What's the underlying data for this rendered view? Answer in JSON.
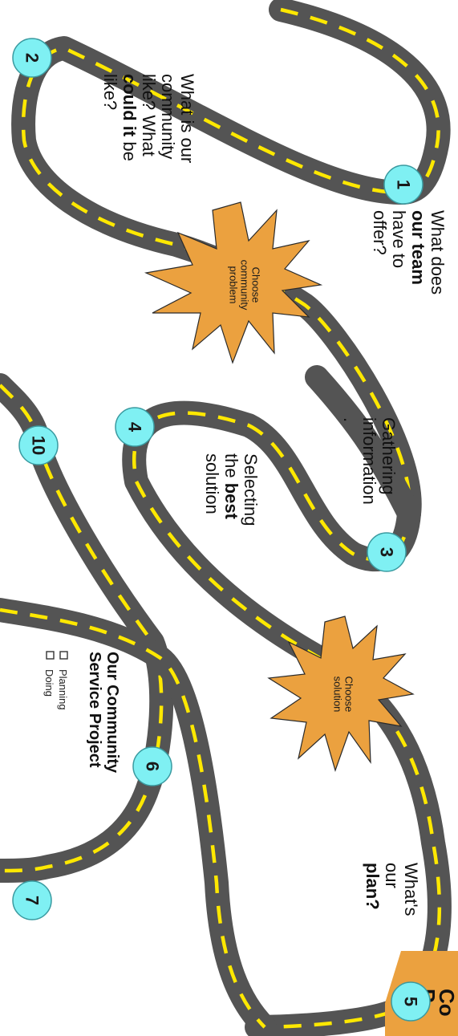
{
  "nodes": [
    {
      "label": "1"
    },
    {
      "label": "2"
    },
    {
      "label": "3"
    },
    {
      "label": "4"
    },
    {
      "label": "5"
    },
    {
      "label": "6"
    },
    {
      "label": "7"
    },
    {
      "label": "10"
    }
  ],
  "bursts": [
    {
      "lines": [
        "Choose",
        "community",
        "problem"
      ]
    },
    {
      "lines": [
        "Choose",
        "solution"
      ]
    }
  ],
  "questions": {
    "q1": {
      "lines": [
        [
          {
            "t": "What does",
            "b": false
          }
        ],
        [
          {
            "t": "our team",
            "b": true
          }
        ],
        [
          {
            "t": "have to",
            "b": false
          }
        ],
        [
          {
            "t": "offer?",
            "b": false
          }
        ]
      ]
    },
    "q2": {
      "lines": [
        [
          {
            "t": "What is our",
            "b": false
          }
        ],
        [
          {
            "t": "community",
            "b": false
          }
        ],
        [
          {
            "t": "like? What",
            "b": false
          }
        ],
        [
          {
            "t": "could it",
            "b": true
          },
          {
            "t": " be",
            "b": false
          }
        ],
        [
          {
            "t": "like?",
            "b": false
          }
        ]
      ]
    },
    "q3": {
      "lines": [
        [
          {
            "t": "Gathering",
            "b": false
          }
        ],
        [
          {
            "t": "information",
            "b": false
          }
        ],
        [
          {
            "t": ".",
            "b": false
          }
        ]
      ]
    },
    "q4": {
      "lines": [
        [
          {
            "t": "Selecting",
            "b": false
          }
        ],
        [
          {
            "t": "the ",
            "b": false
          },
          {
            "t": "best",
            "b": true
          }
        ],
        [
          {
            "t": "solution",
            "b": false
          }
        ]
      ]
    },
    "q5": {
      "lines": [
        [
          {
            "t": "What's",
            "b": false
          }
        ],
        [
          {
            "t": "our",
            "b": false
          }
        ],
        [
          {
            "t": "plan?",
            "b": true
          }
        ]
      ]
    }
  },
  "project": {
    "title_lines": [
      "Our Community",
      "Service Project"
    ],
    "checklist": [
      "Planning",
      "Doing"
    ]
  },
  "corner_tab": {
    "lines": [
      "Co",
      "P"
    ]
  },
  "colors": {
    "road": "#545454",
    "dash": "#ffe800",
    "node_fill": "#7ff0f3",
    "burst_fill": "#eba13f",
    "tab_fill": "#eba13f"
  }
}
